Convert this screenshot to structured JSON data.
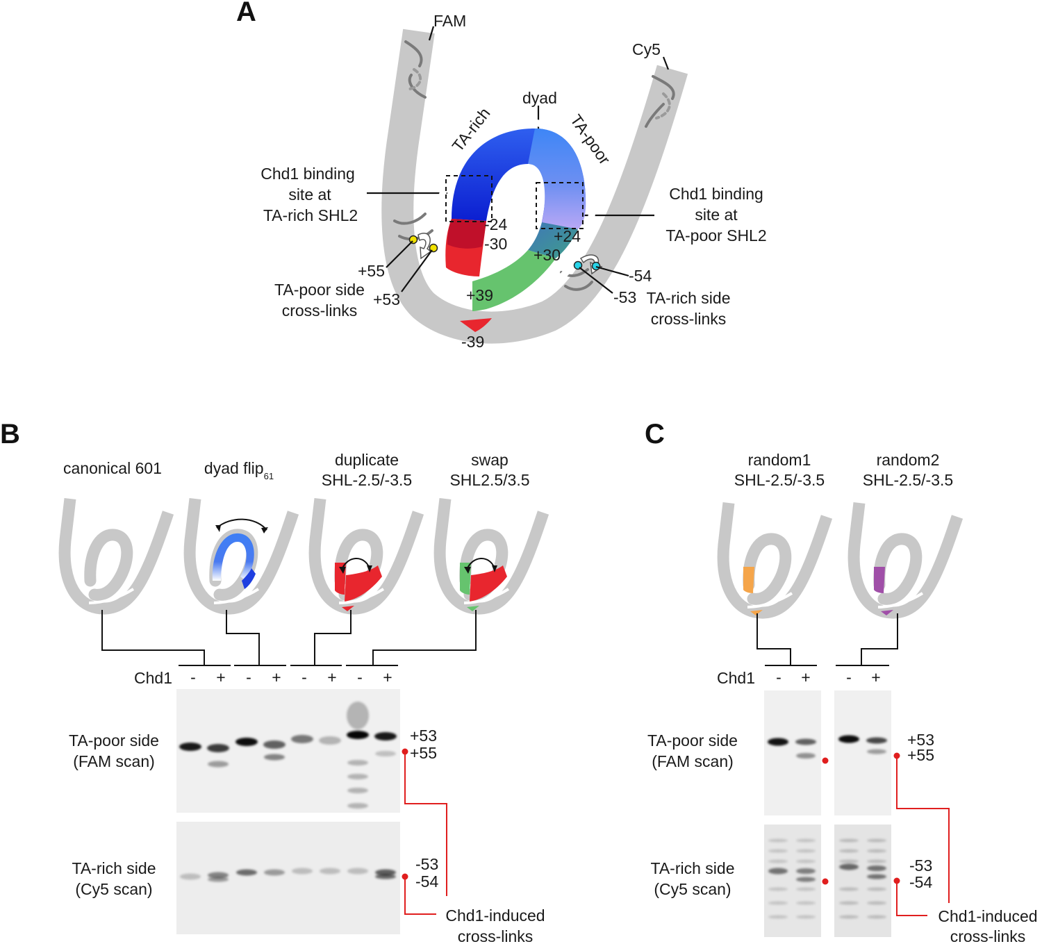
{
  "panels": {
    "a": "A",
    "b": "B",
    "c": "C"
  },
  "panel_a": {
    "fam": "FAM",
    "cy5": "Cy5",
    "dyad": "dyad",
    "ta_rich": "TA-rich",
    "ta_poor": "TA-poor",
    "left_site": [
      "Chd1 binding",
      "site at",
      "TA-rich SHL2"
    ],
    "right_site": [
      "Chd1 binding",
      "site at",
      "TA-poor SHL2"
    ],
    "pos_m24": "-24",
    "pos_m30": "-30",
    "pos_p24": "+24",
    "pos_p30": "+30",
    "pos_p39": "+39",
    "pos_m39": "-39",
    "pos_p55": "+55",
    "pos_p53": "+53",
    "pos_m54": "-54",
    "pos_m53": "-53",
    "poor_xlinks": [
      "TA-poor side",
      "cross-links"
    ],
    "rich_xlinks": [
      "TA-rich side",
      "cross-links"
    ]
  },
  "panel_b": {
    "constructs": [
      {
        "line1": "canonical 601"
      },
      {
        "line1": "dyad flip",
        "subscript": "61"
      },
      {
        "line1": "duplicate",
        "line2": "SHL-2.5/-3.5"
      },
      {
        "line1": "swap",
        "line2": "SHL2.5/3.5"
      }
    ],
    "chd1_label": "Chd1",
    "minus": "-",
    "plus": "+",
    "row_top": [
      "TA-poor side",
      "(FAM scan)"
    ],
    "row_bottom": [
      "TA-rich side",
      "(Cy5 scan)"
    ],
    "top_markers": [
      "+53",
      "+55"
    ],
    "bottom_markers": [
      "-53",
      "-54"
    ],
    "callout": [
      "Chd1-induced",
      "cross-links"
    ]
  },
  "panel_c": {
    "constructs": [
      {
        "line1": "random1",
        "line2": "SHL-2.5/-3.5"
      },
      {
        "line1": "random2",
        "line2": "SHL-2.5/-3.5"
      }
    ],
    "chd1_label": "Chd1",
    "minus": "-",
    "plus": "+",
    "row_top": [
      "TA-poor side",
      "(FAM scan)"
    ],
    "row_bottom": [
      "TA-rich side",
      "(Cy5 scan)"
    ],
    "top_markers": [
      "+53",
      "+55"
    ],
    "bottom_markers": [
      "-53",
      "-54"
    ],
    "callout": [
      "Chd1-induced",
      "cross-links"
    ]
  },
  "colors": {
    "dna_gray": "#c8c8c8",
    "ta_rich_blue": "#1f3fe0",
    "dyad_blue": "#3d7ef5",
    "red": "#e8262e",
    "dark_red": "#c0102a",
    "green": "#66c36e",
    "orange": "#f5a54a",
    "purple": "#a04fa8",
    "yellow_dot": "#f2e200",
    "cyan_dot": "#27d3e8",
    "callout_red": "#e01e1e"
  }
}
